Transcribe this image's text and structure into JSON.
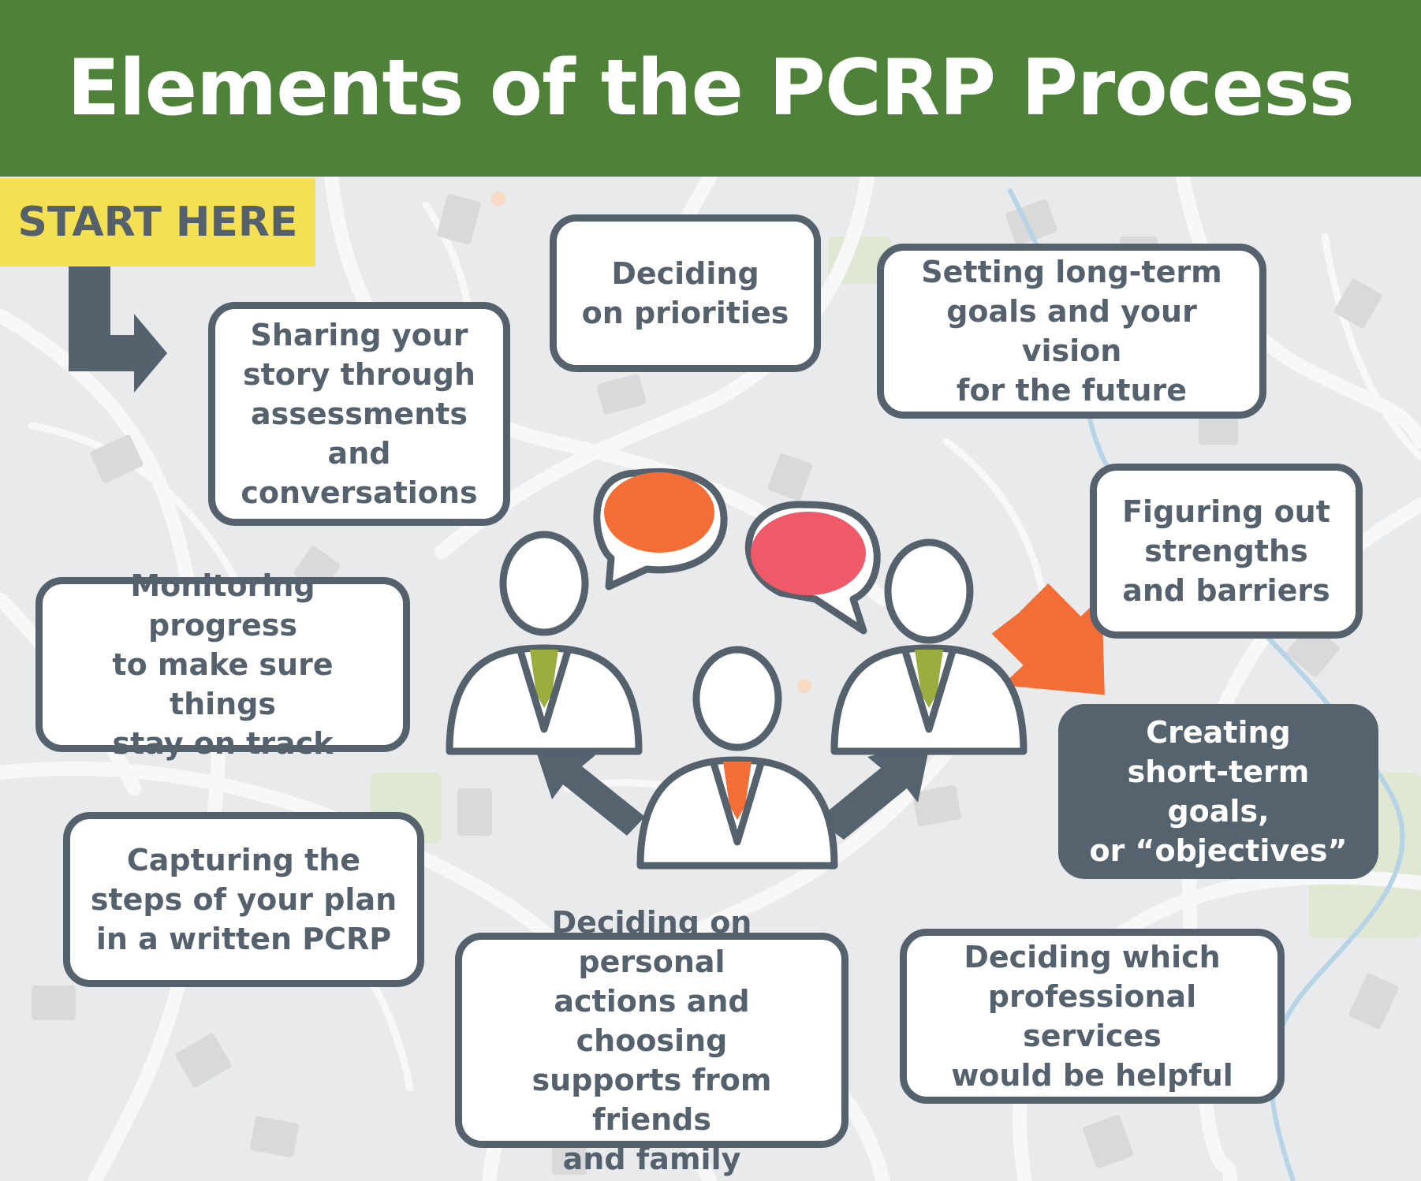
{
  "title": "Elements of the PCRP Process",
  "start_label": "START HERE",
  "steps": [
    {
      "text": "Sharing your\nstory through\nassessments and\nconversations"
    },
    {
      "text": "Deciding\non priorities"
    },
    {
      "text": "Setting long-term\ngoals and your vision\nfor the future"
    },
    {
      "text": "Figuring out\nstrengths\nand barriers"
    },
    {
      "text": "Creating\nshort-term goals,\nor “objectives”"
    },
    {
      "text": "Deciding which\nprofessional services\nwould be helpful"
    },
    {
      "text": "Deciding on personal\nactions and choosing\nsupports from friends\nand family"
    },
    {
      "text": "Capturing the\nsteps of your plan\nin a written PCRP"
    },
    {
      "text": "Monitoring progress\nto make sure things\nstay on track"
    }
  ],
  "colors": {
    "header_green": "#4e8239",
    "start_yellow": "#f5e053",
    "outline_slate": "#55626d",
    "highlight_box": "#55636e",
    "accent_orange": "#f26e36",
    "bubble_pink": "#ef5a6b",
    "tie_olive": "#9aad3e",
    "tie_orange": "#f26e36"
  },
  "icons": [
    "start-arrow-icon",
    "speech-bubble-icon",
    "person-icon",
    "pointer-arrow-icon"
  ]
}
